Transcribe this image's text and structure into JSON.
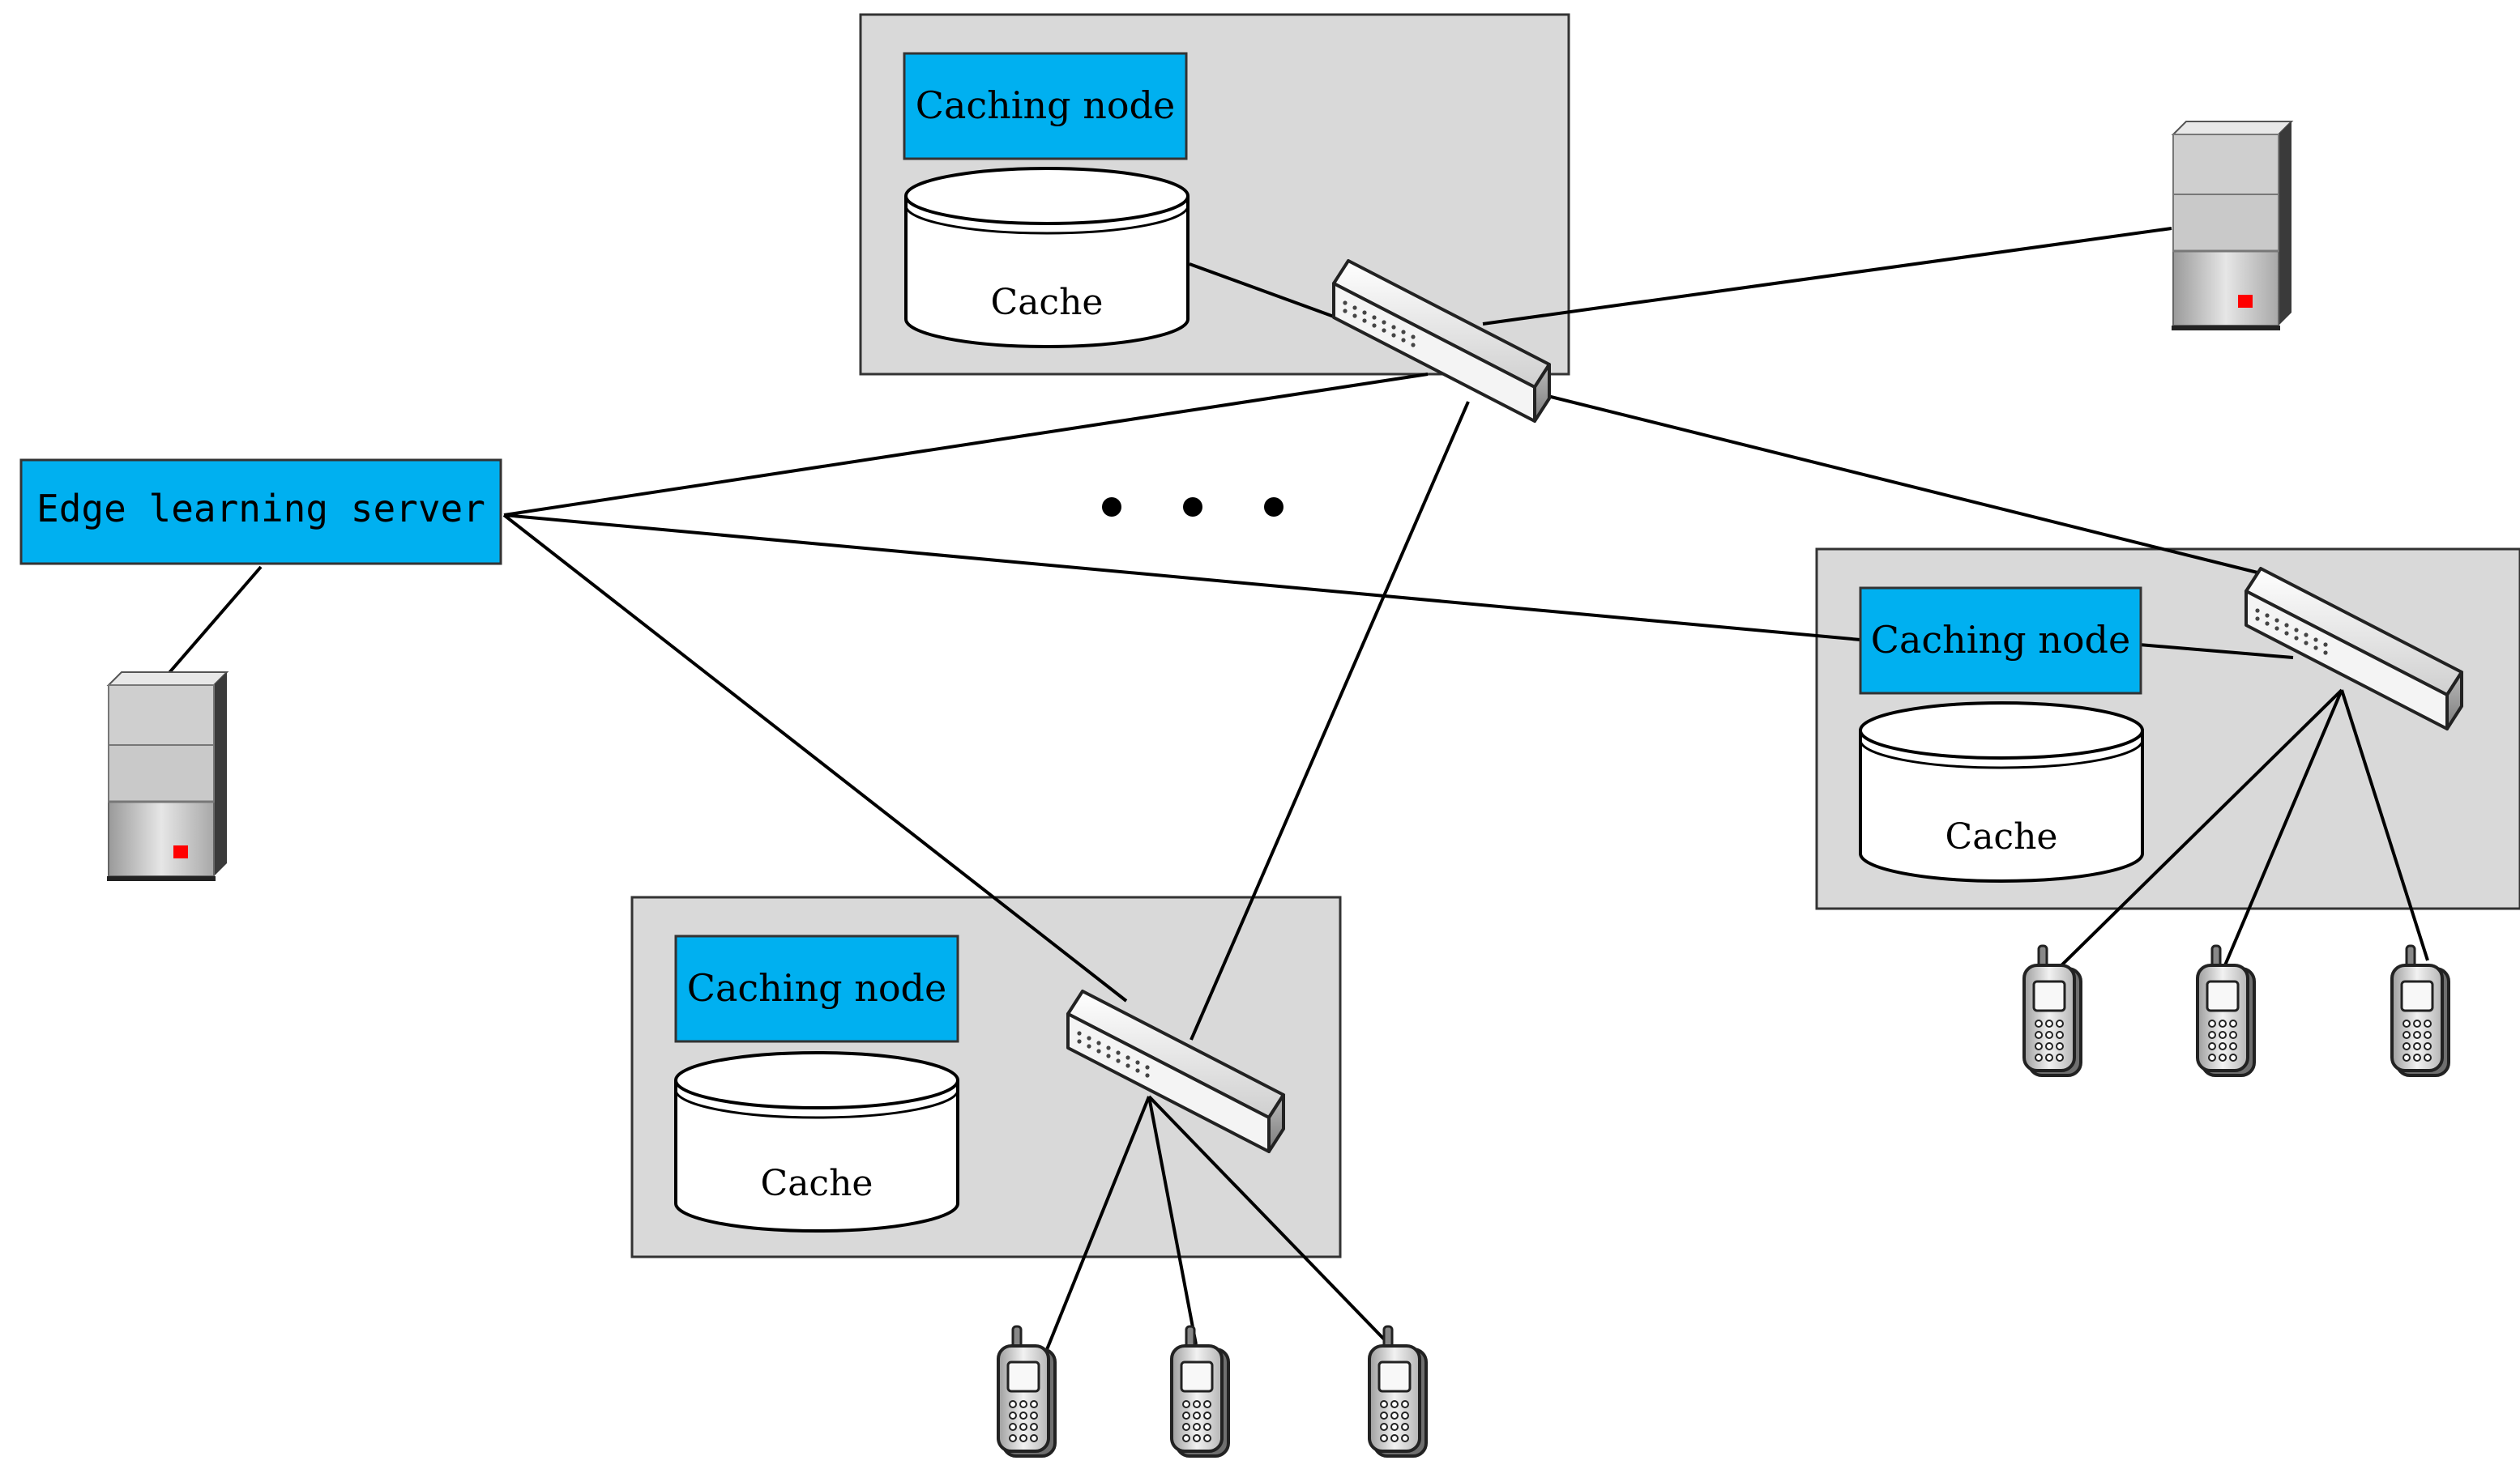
{
  "edge_server": {
    "label": "Edge learning server"
  },
  "caching_nodes": [
    {
      "node_label": "Caching node",
      "cache_label": "Cache"
    },
    {
      "node_label": "Caching node",
      "cache_label": "Cache"
    },
    {
      "node_label": "Caching node",
      "cache_label": "Cache"
    }
  ],
  "colors": {
    "label_box": "#00b0f0",
    "region_fill": "#d9d9d9",
    "server_led": "#ff0000",
    "line": "#000000"
  },
  "icons": {
    "server": "server-tower-icon",
    "switch": "network-switch-icon",
    "phone": "mobile-phone-icon",
    "cache": "database-cylinder-icon",
    "ellipsis": "ellipsis-dots"
  }
}
